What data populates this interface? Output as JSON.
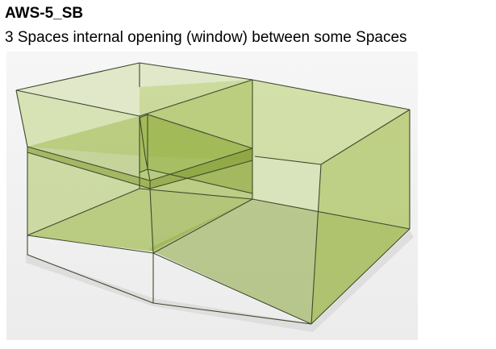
{
  "header": {
    "title": "AWS-5_SB",
    "subtitle": "3 Spaces internal opening (window) between some Spaces"
  },
  "viewport": {
    "background": "#f3f3f3",
    "space_fill": "#9bb44a",
    "space_fill_light": "#c3d68a",
    "edge_color": "#3e4a2c",
    "highlight_fill": "#a9c056"
  },
  "spaces": [
    {
      "id": "space-upper-left",
      "level": "upper"
    },
    {
      "id": "space-lower-left",
      "level": "lower"
    },
    {
      "id": "space-right",
      "level": "full-height"
    }
  ]
}
